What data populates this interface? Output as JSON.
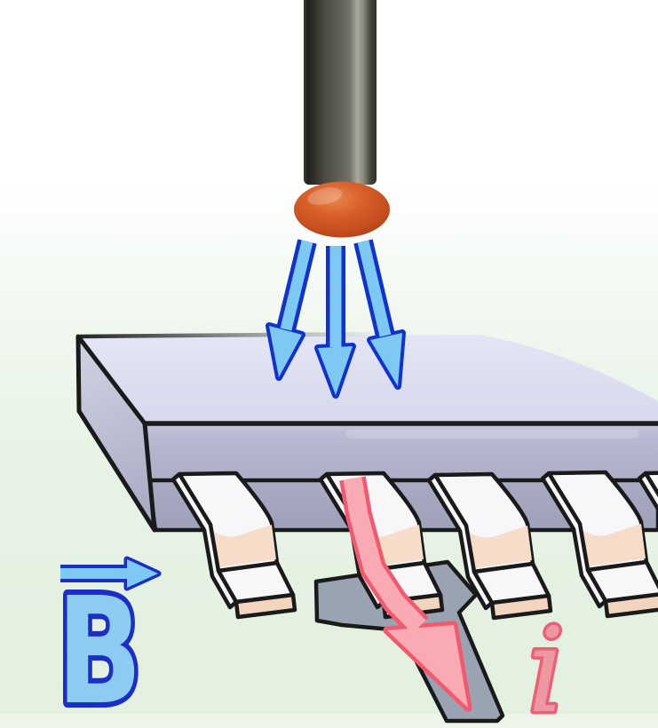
{
  "scene": {
    "labels": {
      "magnetic_field": "B",
      "current": "i"
    },
    "counts": {
      "field_arrows": 3,
      "chip_pins": 5
    },
    "colors": {
      "background_top": "#ffffff",
      "background_bottom": "#e4f1e1",
      "background_bottom_strip": "#edf5ea",
      "chip_top": "#dde0f0",
      "chip_front": "#b4b6cf",
      "chip_body": "#a5a7c0",
      "chip_left_face": "#c0c2d6",
      "pin_white": "#f7f7fa",
      "pin_peach": "#f6dcc9",
      "pad_gray": "#9aa3b1",
      "field_arrow_fill": "#7ec9f2",
      "field_arrow_stroke": "#1232cf",
      "b_label_fill": "#8ecbf2",
      "b_label_stroke": "#1b2ec7",
      "current_arrow_fill": "#f9aab2",
      "current_arrow_stroke": "#f2596f",
      "current_label_fill": "#eb98a2",
      "current_label_stroke": "#ee5f75",
      "probe_ball": "#d9602b",
      "probe_rod": "#55554d",
      "outline": "#1a1a1a"
    }
  }
}
